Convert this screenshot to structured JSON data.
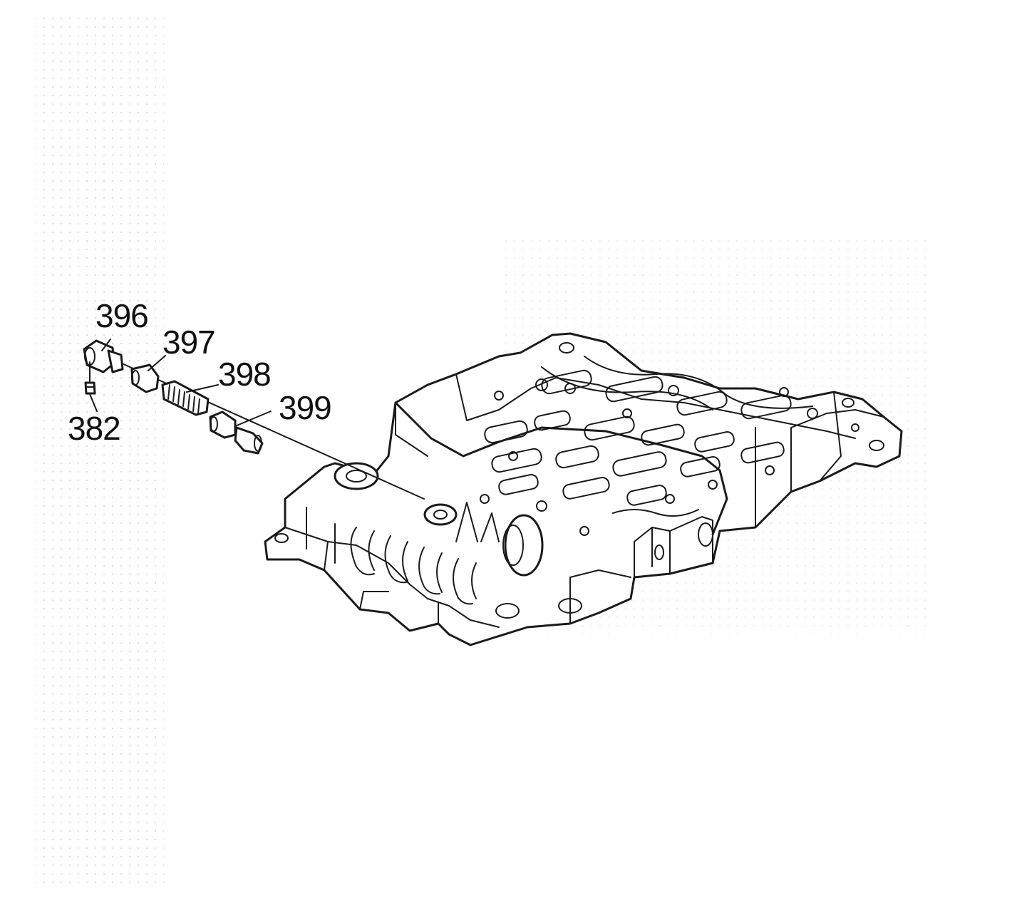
{
  "diagram": {
    "callouts": [
      {
        "id": "c396",
        "label": "396"
      },
      {
        "id": "c397",
        "label": "397"
      },
      {
        "id": "c398",
        "label": "398"
      },
      {
        "id": "c399",
        "label": "399"
      },
      {
        "id": "c382",
        "label": "382"
      }
    ]
  }
}
